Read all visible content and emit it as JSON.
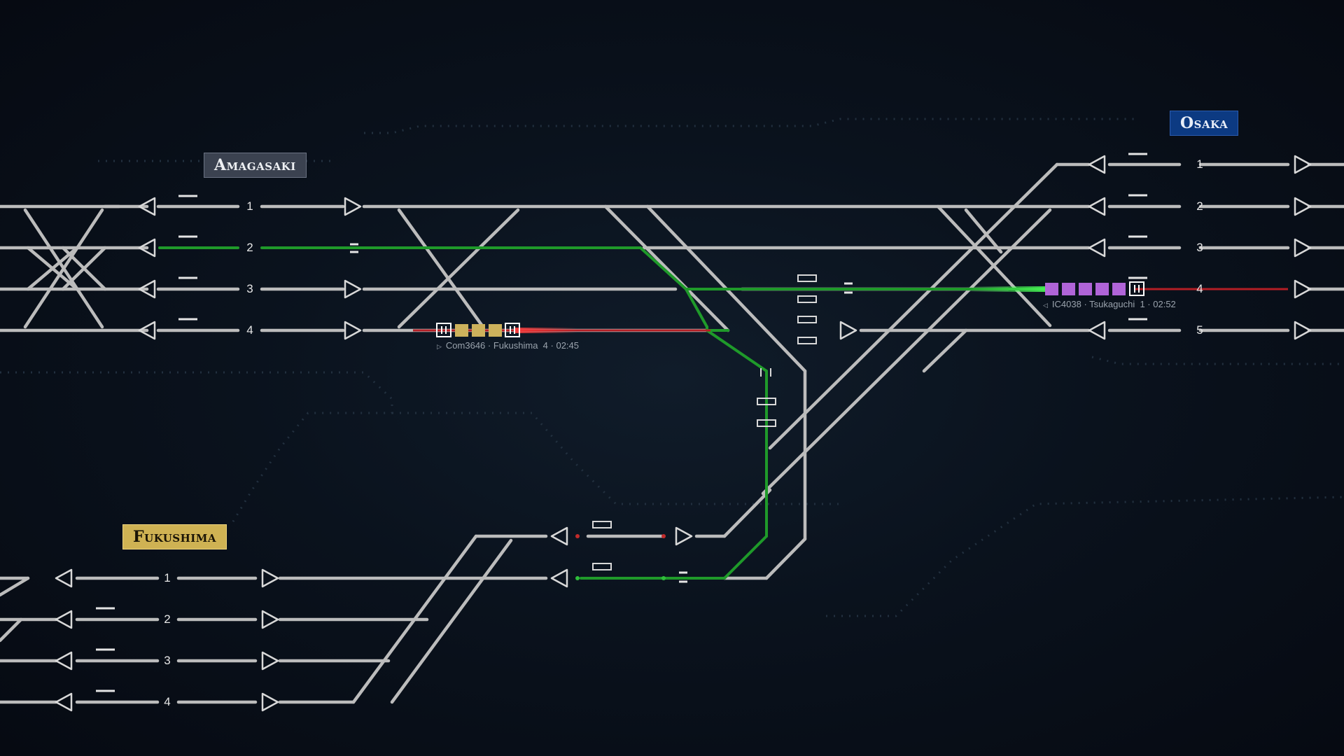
{
  "stations": {
    "amagasaki": {
      "name": "Amagasaki",
      "color": "#3b4250",
      "tracks": [
        "1",
        "2",
        "3",
        "4"
      ]
    },
    "osaka": {
      "name": "Osaka",
      "color": "#0c3a82",
      "tracks": [
        "1",
        "2",
        "3",
        "4",
        "5"
      ]
    },
    "fukushima": {
      "name": "Fukushima",
      "color": "#cfb253",
      "tracks": [
        "1",
        "2",
        "3",
        "4"
      ]
    }
  },
  "trains": [
    {
      "id": "Com3646",
      "destination": "Fukushima",
      "platform": "4",
      "time": "02:45",
      "direction_icon": "play-right-icon",
      "car_color": "#cdb25c"
    },
    {
      "id": "IC4038",
      "destination": "Tsukaguchi",
      "platform": "1",
      "time": "02:52",
      "direction_icon": "play-left-icon",
      "car_color": "#b064d8"
    }
  ],
  "colors": {
    "track": "#bcbcbc",
    "route_set": "#1f9a2a",
    "occupied": "#b31e25",
    "signal": "#d8d8d8"
  }
}
